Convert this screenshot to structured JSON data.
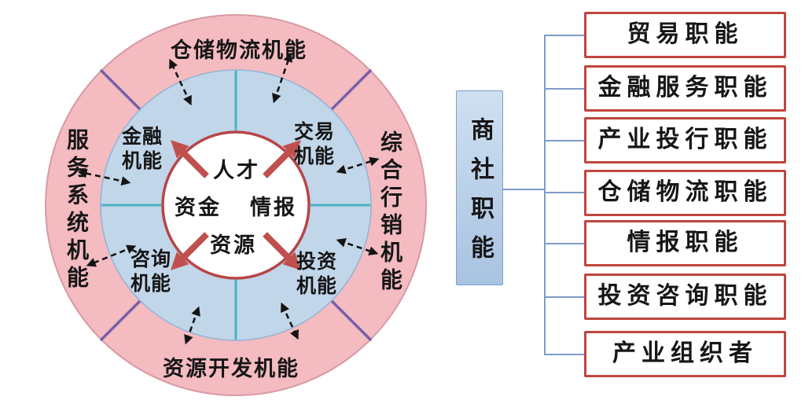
{
  "diagram": {
    "outer_ring": {
      "top": "仓储物流机能",
      "right": "综合行销机能",
      "bottom": "资源开发机能",
      "left": "服务系统机能"
    },
    "inner_ring": {
      "top_left": "金融机能",
      "top_right": "交易机能",
      "bottom_left": "咨询机能",
      "bottom_right": "投资机能"
    },
    "core": {
      "top": "人才",
      "left": "资金",
      "right": "情报",
      "bottom": "资源"
    }
  },
  "orgchart": {
    "root": "商社职能",
    "items": [
      "贸易职能",
      "金融服务职能",
      "产业投行职能",
      "仓储物流职能",
      "情报职能",
      "投资咨询职能",
      "产业组织者"
    ]
  },
  "colors": {
    "outer-ring": "#f4bbc1",
    "outer-border": "#d79aa3",
    "purple": "#7561a8",
    "mid-ring": "#c2d6ea",
    "mid-border": "#8fb4d4",
    "teal": "#4bb2c2",
    "core-border": "#b64547",
    "red": "#c0504d",
    "dash": "#141414",
    "box-red": "#c0453f",
    "conn": "#7d9cc5",
    "root-top": "#cfe0f1",
    "root-bot": "#a8c3e1",
    "root-border": "#7da0c8"
  }
}
